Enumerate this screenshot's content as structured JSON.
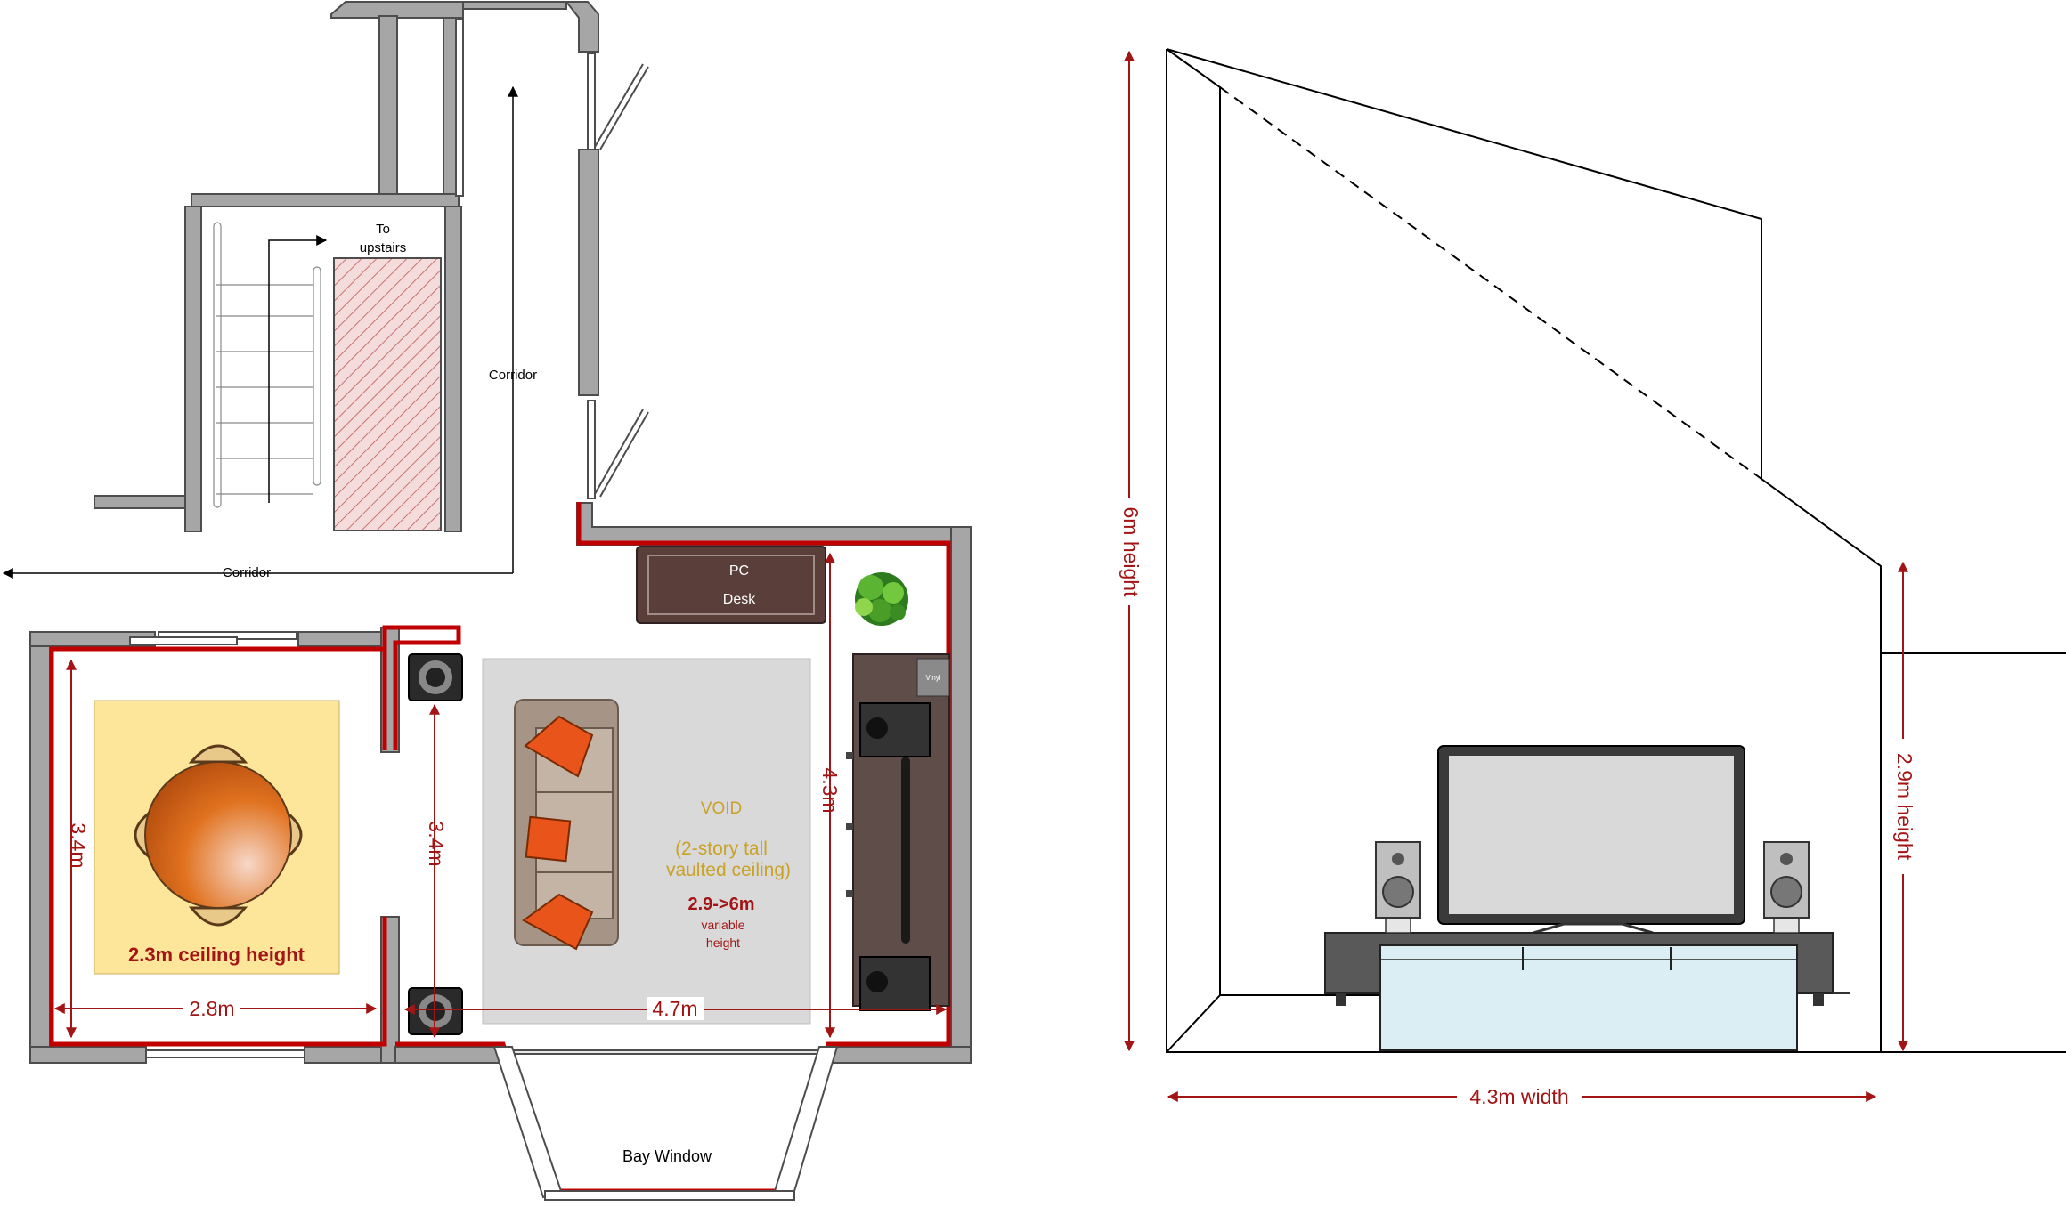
{
  "floor_plan": {
    "corridor_upper_label": "Corridor",
    "corridor_lower_label": "Corridor",
    "stairs_label_line1": "To",
    "stairs_label_line2": "upstairs",
    "desk_label_line1": "PC",
    "desk_label_line2": "Desk",
    "vinyl_label": "Vinyl",
    "void_title": "VOID",
    "void_desc_line1": "(2-story tall",
    "void_desc_line2": "vaulted ceiling)",
    "void_height": "2.9->6m",
    "void_height_note_line1": "variable",
    "void_height_note_line2": "height",
    "dining_ceiling_label": "2.3m ceiling height",
    "dim_dining_width": "2.8m",
    "dim_dining_depth": "3.4m",
    "dim_passage_depth": "3.4m",
    "dim_living_width": "4.7m",
    "dim_living_depth": "4.3m",
    "bay_window_label": "Bay Window"
  },
  "elevation": {
    "total_height_label": "6m height",
    "low_height_label": "2.9m height",
    "width_label": "4.3m width"
  },
  "colors": {
    "wall_fill": "#a6a6a6",
    "wall_stroke": "#4d4d4d",
    "boundary_red": "#c00000",
    "dimension_red": "#a31515",
    "void_text": "#c9a227",
    "rug_fill": "#d9d9d9",
    "dining_rug": "#fde59a",
    "sofa_fill": "#c4b4a6",
    "cushion": "#e8541a",
    "desk_fill": "#5a3e3a",
    "cabinet_fill": "#5f4d4a",
    "tv_screen": "#d9d9d9",
    "tv_stand_glass": "#dbeef3",
    "tv_stand_dark": "#595959"
  }
}
